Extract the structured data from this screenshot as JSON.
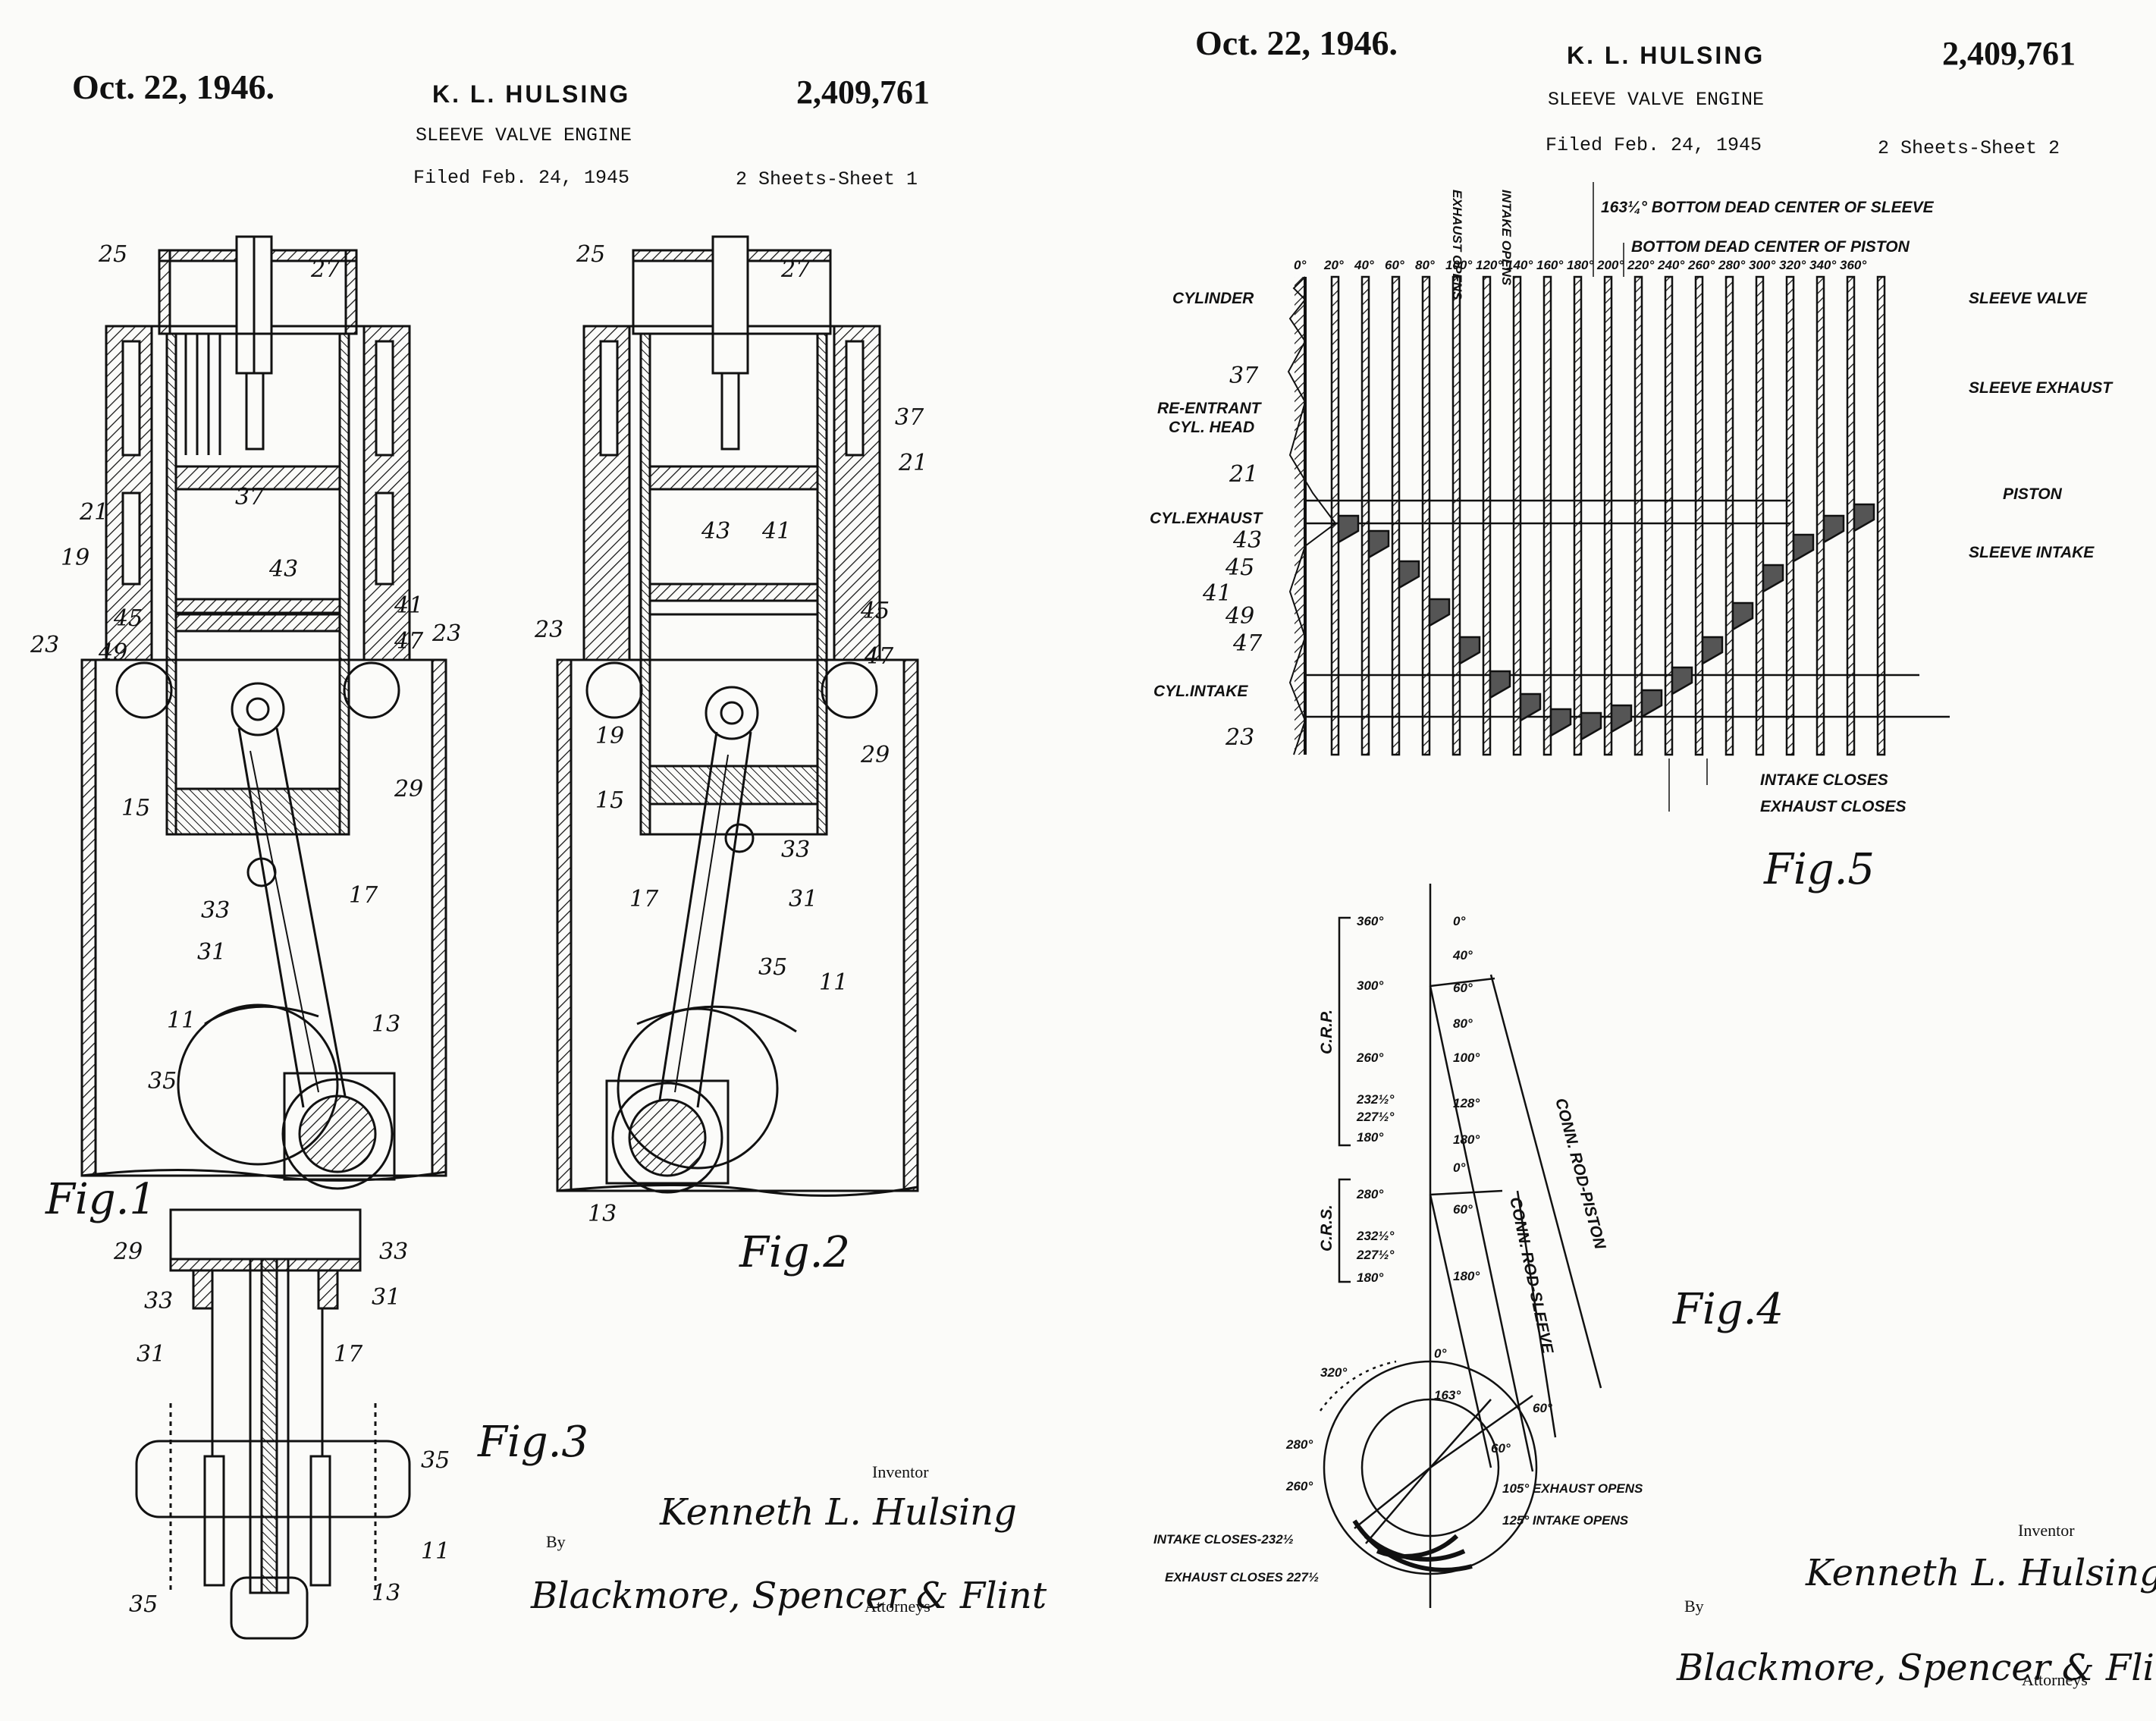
{
  "sheet1": {
    "date": "Oct. 22, 1946.",
    "inventor_name": "K. L. HULSING",
    "patent_number": "2,409,761",
    "title": "SLEEVE VALVE ENGINE",
    "filed": "Filed Feb. 24, 1945",
    "sheet_info": "2 Sheets-Sheet 1",
    "figures": [
      "Fig.1",
      "Fig.2",
      "Fig.3"
    ],
    "fig1_labels": [
      "25",
      "27",
      "37",
      "21",
      "19",
      "43",
      "45",
      "41",
      "23",
      "49",
      "47",
      "23",
      "15",
      "29",
      "33",
      "31",
      "17",
      "11",
      "13",
      "35"
    ],
    "fig2_labels": [
      "25",
      "27",
      "37",
      "21",
      "43",
      "41",
      "23",
      "45",
      "47",
      "19",
      "15",
      "29",
      "33",
      "17",
      "31",
      "35",
      "11",
      "13"
    ],
    "fig3_labels": [
      "29",
      "33",
      "33",
      "31",
      "31",
      "17",
      "35",
      "11",
      "35",
      "13"
    ],
    "inventor_caption": "Inventor",
    "inventor_signature": "Kenneth L. Hulsing",
    "by": "By",
    "attorneys_signature": "Blackmore, Spencer & Flint",
    "attorneys_caption": "Attorneys"
  },
  "sheet2": {
    "date": "Oct. 22, 1946.",
    "inventor_name": "K. L. HULSING",
    "patent_number": "2,409,761",
    "title": "SLEEVE VALVE ENGINE",
    "filed": "Filed Feb. 24, 1945",
    "sheet_info": "2 Sheets-Sheet 2",
    "figures": [
      "Fig.5",
      "Fig.4"
    ],
    "fig5": {
      "degree_labels": [
        "0°",
        "20°",
        "40°",
        "60°",
        "80°",
        "100°",
        "120°",
        "140°",
        "160°",
        "180°",
        "200°",
        "220°",
        "240°",
        "260°",
        "280°",
        "300°",
        "320°",
        "340°",
        "360°"
      ],
      "top_notes": [
        "EXHAUST OPENS",
        "INTAKE OPENS"
      ],
      "bdc_sleeve": "163¼° BOTTOM DEAD CENTER OF SLEEVE",
      "bdc_piston": "BOTTOM DEAD CENTER OF PISTON",
      "left_labels": [
        "CYLINDER",
        "37",
        "RE-ENTRANT",
        "CYL. HEAD",
        "21",
        "CYL.EXHAUST",
        "43",
        "45",
        "41",
        "49",
        "47",
        "CYL.INTAKE",
        "23"
      ],
      "right_labels": [
        "SLEEVE VALVE",
        "SLEEVE EXHAUST",
        "PISTON",
        "SLEEVE INTAKE"
      ],
      "bottom_labels": [
        "INTAKE CLOSES",
        "EXHAUST CLOSES"
      ]
    },
    "fig4": {
      "scale_top": [
        "360°",
        "300°",
        "260°",
        "232½°",
        "227½°",
        "180°"
      ],
      "scale_top_right": [
        "0°",
        "40°",
        "60°",
        "80°",
        "100°",
        "128°",
        "180°"
      ],
      "crp": "C.R.P.",
      "scale_bottom": [
        "280°",
        "232½°",
        "227½°",
        "180°"
      ],
      "scale_bottom_right": [
        "0°",
        "60°",
        "180°"
      ],
      "crs": "C.R.S.",
      "conn_rod_piston": "CONN. ROD-PISTON",
      "conn_rod_sleeve": "CONN. ROD-SLEEVE",
      "circle_labels": [
        "320°",
        "0°",
        "280°",
        "260°",
        "60°",
        "60°",
        "163°"
      ],
      "exhaust_opens": "105° EXHAUST OPENS",
      "intake_opens": "125° INTAKE OPENS",
      "intake_closes": "INTAKE CLOSES-232½",
      "exhaust_closes": "EXHAUST CLOSES 227½"
    },
    "inventor_caption": "Inventor",
    "inventor_signature": "Kenneth L. Hulsing",
    "by": "By",
    "attorneys_signature": "Blackmore, Spencer & Flint",
    "attorneys_caption": "Attorneys"
  }
}
